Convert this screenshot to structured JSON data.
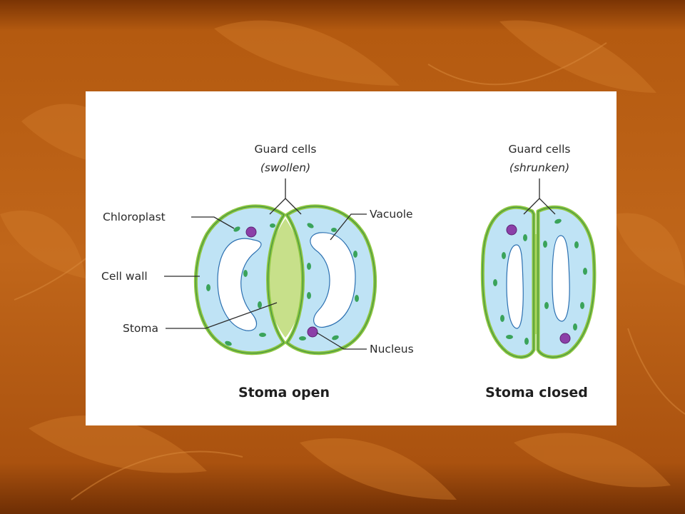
{
  "diagram": {
    "open": {
      "guard_cells_label": "Guard cells",
      "guard_cells_state": "(swollen)",
      "chloroplast_label": "Chloroplast",
      "vacuole_label": "Vacuole",
      "cell_wall_label": "Cell wall",
      "stoma_label": "Stoma",
      "nucleus_label": "Nucleus",
      "title": "Stoma open"
    },
    "closed": {
      "guard_cells_label": "Guard cells",
      "guard_cells_state": "(shrunken)",
      "title": "Stoma closed"
    }
  },
  "colors": {
    "background": "#b4560c",
    "panel": "#ffffff",
    "cell_wall": "#8cc63f",
    "cytoplasm": "#bfe3f5",
    "vacuole": "#ffffff",
    "stoma_gap": "#c7e08a",
    "chloroplast": "#3aa35a",
    "nucleus": "#8b3fa8"
  }
}
